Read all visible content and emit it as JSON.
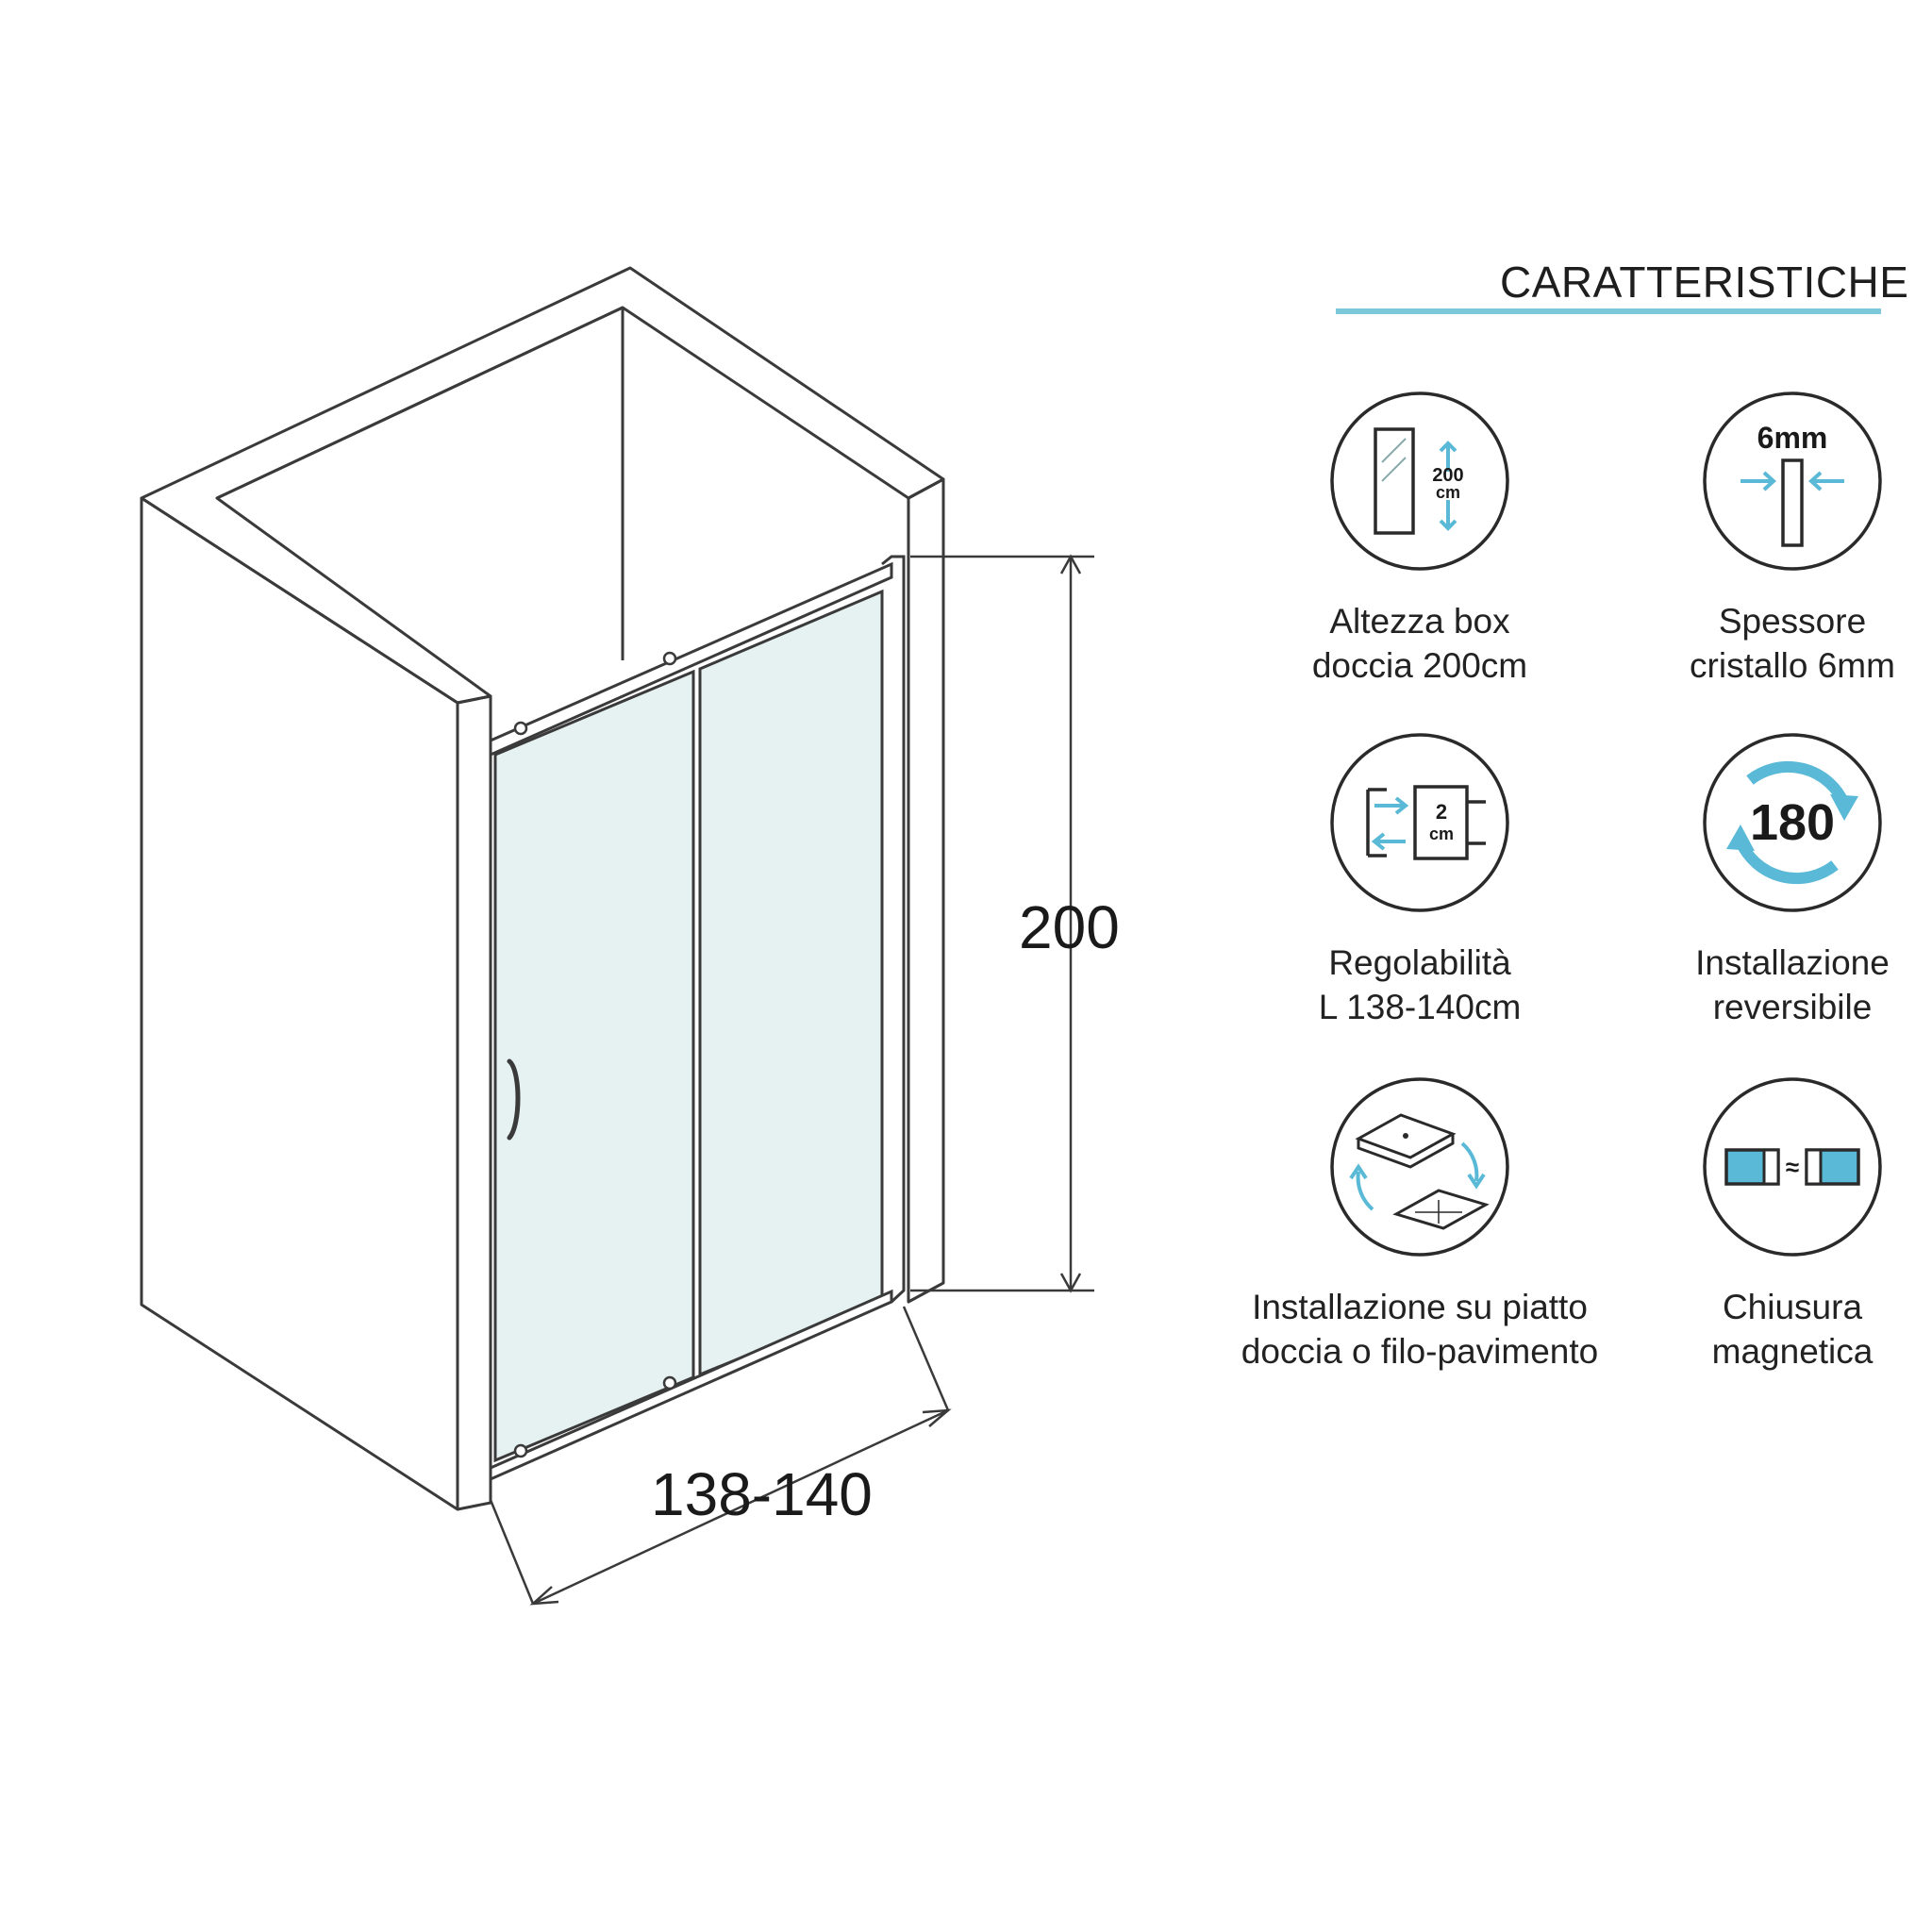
{
  "dimensions": {
    "height": "200",
    "width": "138-140"
  },
  "features_title": "CARATTERISTICHE",
  "colors": {
    "accent": "#7cc8da",
    "arrow": "#59b9d6",
    "glass": "#e6f1f1",
    "line": "#3a3a3a"
  },
  "features": [
    {
      "icon": "height-200cm-icon",
      "icon_text": [
        "200",
        "cm"
      ],
      "line1": "Altezza box",
      "line2": "doccia 200cm"
    },
    {
      "icon": "glass-thickness-icon",
      "icon_text": [
        "6mm"
      ],
      "line1": "Spessore",
      "line2": "cristallo 6mm"
    },
    {
      "icon": "adjustable-width-icon",
      "icon_text": [
        "2",
        "cm"
      ],
      "line1": "Regolabilità",
      "line2": "L 138-140cm"
    },
    {
      "icon": "reversible-180-icon",
      "icon_text": [
        "180"
      ],
      "line1": "Installazione",
      "line2": "reversibile"
    },
    {
      "icon": "tray-or-floor-icon",
      "icon_text": [],
      "line1": "Installazione su piatto",
      "line2": "doccia o filo-pavimento"
    },
    {
      "icon": "magnetic-closure-icon",
      "icon_text": [
        "≈"
      ],
      "line1": "Chiusura",
      "line2": "magnetica"
    }
  ]
}
